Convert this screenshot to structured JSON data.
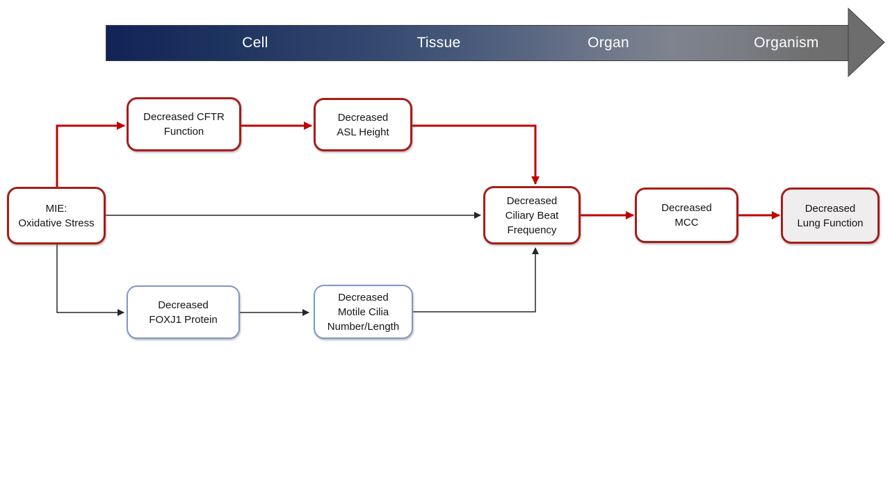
{
  "banner": {
    "stages": [
      {
        "label": "Cell"
      },
      {
        "label": "Tissue"
      },
      {
        "label": "Organ"
      },
      {
        "label": "Organism"
      }
    ],
    "gradient_start": "#112357",
    "gradient_end": "#6d6d6d",
    "text_color": "#ffffff"
  },
  "nodes": {
    "mie": {
      "label": "MIE:\nOxidative Stress",
      "border": "red"
    },
    "cftr": {
      "label": "Decreased CFTR\nFunction",
      "border": "red"
    },
    "asl": {
      "label": "Decreased\nASL Height",
      "border": "red"
    },
    "cbf": {
      "label": "Decreased\nCiliary Beat\nFrequency",
      "border": "red"
    },
    "mcc": {
      "label": "Decreased\nMCC",
      "border": "red"
    },
    "lung": {
      "label": "Decreased\nLung Function",
      "border": "red",
      "fill": "#efedee"
    },
    "foxj1": {
      "label": "Decreased\nFOXJ1 Protein",
      "border": "blue"
    },
    "motile": {
      "label": "Decreased\nMotile Cilia\nNumber/Length",
      "border": "blue"
    }
  },
  "edges": [
    {
      "from": "mie",
      "to": "cftr",
      "color": "red"
    },
    {
      "from": "cftr",
      "to": "asl",
      "color": "red"
    },
    {
      "from": "asl",
      "to": "cbf",
      "color": "red"
    },
    {
      "from": "mie",
      "to": "cbf",
      "color": "black"
    },
    {
      "from": "mie",
      "to": "foxj1",
      "color": "black"
    },
    {
      "from": "foxj1",
      "to": "motile",
      "color": "black"
    },
    {
      "from": "motile",
      "to": "cbf",
      "color": "black"
    },
    {
      "from": "cbf",
      "to": "mcc",
      "color": "red"
    },
    {
      "from": "mcc",
      "to": "lung",
      "color": "red"
    }
  ],
  "colors": {
    "edge_red": "#c00000",
    "edge_black": "#262626",
    "node_border_red": "#a51d1b",
    "node_border_blue": "#7e97c4"
  }
}
